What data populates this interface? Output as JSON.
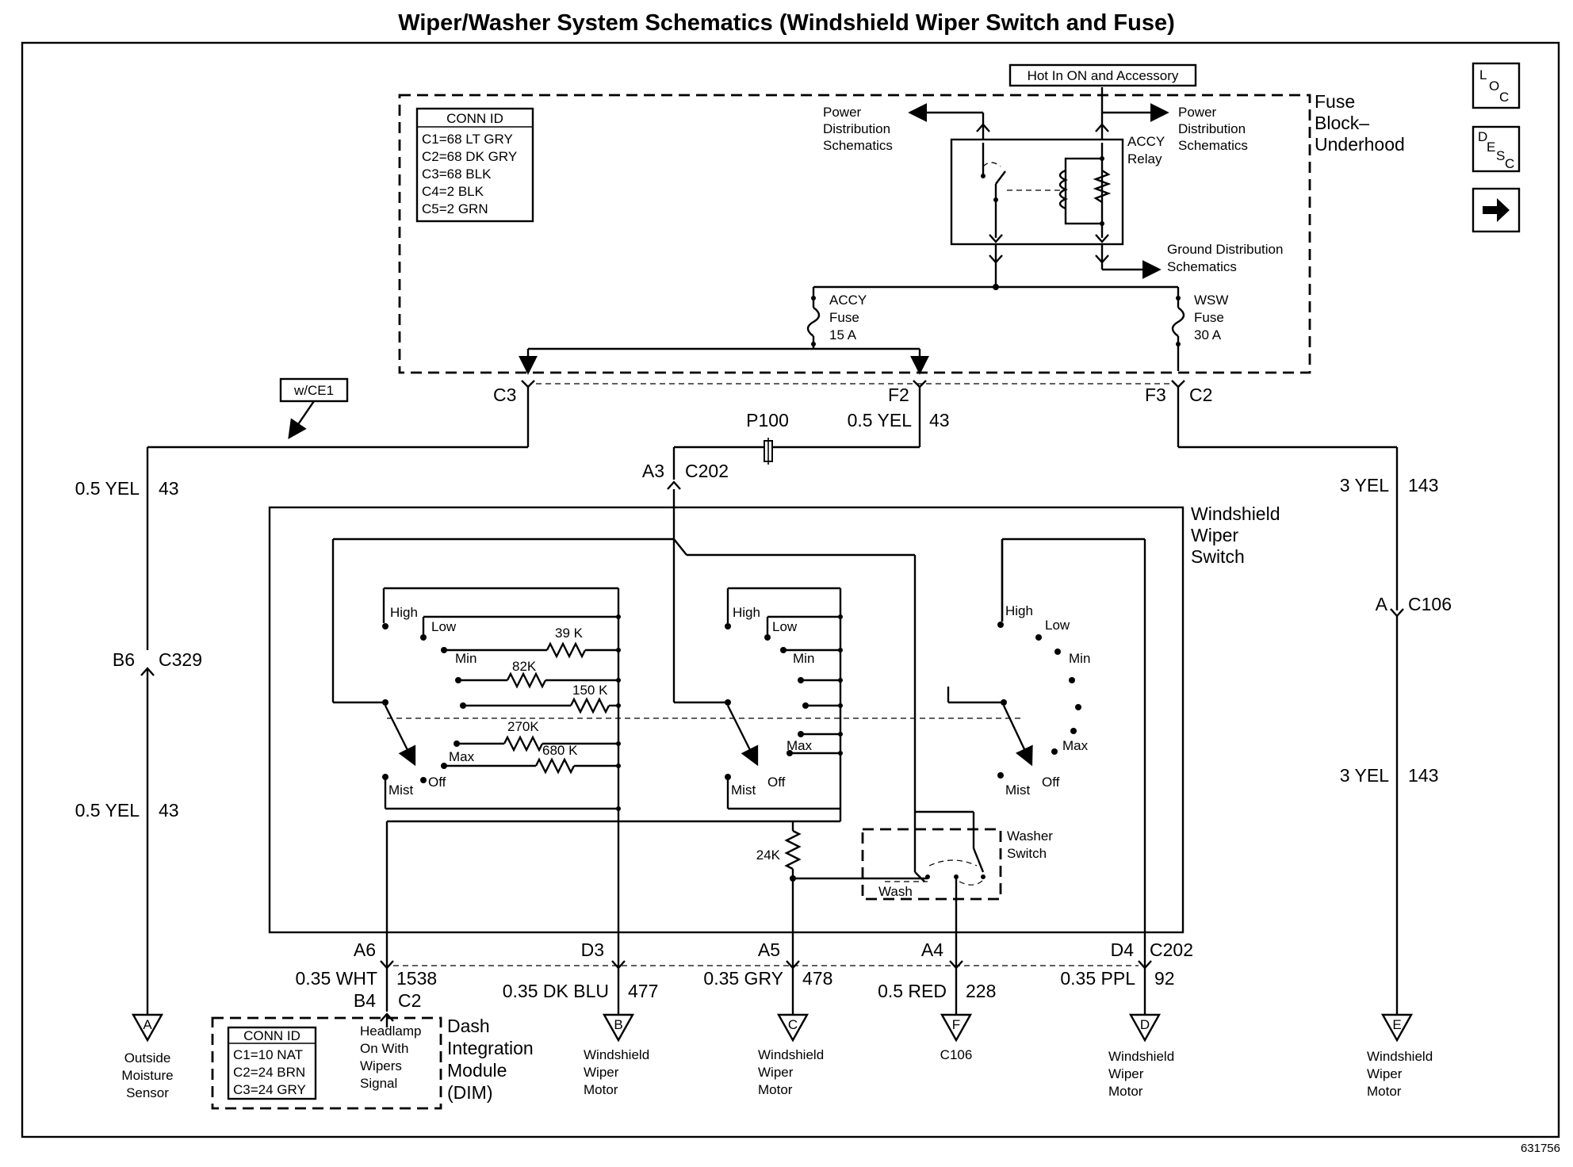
{
  "title": "Wiper/Washer System Schematics (Windshield Wiper Switch and Fuse)",
  "figure_number": "631756",
  "nav_buttons": [
    {
      "name": "loc-button",
      "icon": "loc-icon",
      "letters": [
        "L",
        "O",
        "C"
      ]
    },
    {
      "name": "desc-button",
      "icon": "desc-icon",
      "letters": [
        "D",
        "E",
        "S",
        "C"
      ]
    },
    {
      "name": "next-button",
      "icon": "arrow-right-icon"
    }
  ],
  "fuse_block": {
    "label_lines": [
      "Fuse",
      "Block–",
      "Underhood"
    ],
    "hot_in": "Hot In ON and Accessory",
    "power_left": [
      "Power",
      "Distribution",
      "Schematics"
    ],
    "power_right": [
      "Power",
      "Distribution",
      "Schematics"
    ],
    "relay": [
      "ACCY",
      "Relay"
    ],
    "ground": [
      "Ground Distribution",
      "Schematics"
    ],
    "accy_fuse": [
      "ACCY",
      "Fuse",
      "15 A"
    ],
    "wsw_fuse": [
      "WSW",
      "Fuse",
      "30 A"
    ],
    "conn_id": {
      "header": "CONN ID",
      "rows": [
        "C1=68 LT GRY",
        "C2=68 DK GRY",
        "C3=68 BLK",
        "C4=2 BLK",
        "C5=2 GRN"
      ]
    }
  },
  "option_tag": "w/CE1",
  "connectors": {
    "c3": "C3",
    "f2": "F2",
    "f3": "F3",
    "c2": "C2",
    "p100": "P100",
    "a3": "A3",
    "c202": "C202",
    "b6": "B6",
    "c329": "C329",
    "a": "A",
    "c106": "C106",
    "a6": "A6",
    "d3": "D3",
    "a5": "A5",
    "a4": "A4",
    "d4": "D4",
    "c202b": "C202",
    "b4": "B4",
    "c2b": "C2"
  },
  "wires": {
    "f2_wire": {
      "gauge": "0.5 YEL",
      "circuit": "43"
    },
    "left_upper": {
      "gauge": "0.5 YEL",
      "circuit": "43"
    },
    "left_lower": {
      "gauge": "0.5 YEL",
      "circuit": "43"
    },
    "right_upper": {
      "gauge": "3 YEL",
      "circuit": "143"
    },
    "right_lower": {
      "gauge": "3 YEL",
      "circuit": "143"
    },
    "a6": {
      "gauge": "0.35 WHT",
      "circuit": "1538"
    },
    "d3": {
      "gauge": "0.35 DK BLU",
      "circuit": "477"
    },
    "a5": {
      "gauge": "0.35 GRY",
      "circuit": "478"
    },
    "a4": {
      "gauge": "0.5 RED",
      "circuit": "228"
    },
    "d4": {
      "gauge": "0.35 PPL",
      "circuit": "92"
    }
  },
  "wiper_switch": {
    "label_lines": [
      "Windshield",
      "Wiper",
      "Switch"
    ],
    "positions": {
      "high": "High",
      "low": "Low",
      "min": "Min",
      "max": "Max",
      "mist": "Mist",
      "off": "Off"
    },
    "resistors": [
      "39 K",
      "82K",
      "150 K",
      "270K",
      "680 K"
    ],
    "r24k": "24K",
    "washer": [
      "Washer",
      "Switch"
    ],
    "wash": "Wash"
  },
  "dim": {
    "label_lines": [
      "Dash",
      "Integration",
      "Module",
      "(DIM)"
    ],
    "signal": [
      "Headlamp",
      "On With",
      "Wipers",
      "Signal"
    ],
    "conn_id": {
      "header": "CONN ID",
      "rows": [
        "C1=10 NAT",
        "C2=24 BRN",
        "C3=24 GRY"
      ]
    }
  },
  "references": [
    {
      "letter": "A",
      "lines": [
        "Outside",
        "Moisture",
        "Sensor"
      ]
    },
    {
      "letter": "B",
      "lines": [
        "Windshield",
        "Wiper",
        "Motor"
      ]
    },
    {
      "letter": "C",
      "lines": [
        "Windshield",
        "Wiper",
        "Motor"
      ]
    },
    {
      "letter": "F",
      "lines": [
        "C106"
      ]
    },
    {
      "letter": "D",
      "lines": [
        "Windshield",
        "Wiper",
        "Motor"
      ]
    },
    {
      "letter": "E",
      "lines": [
        "Windshield",
        "Wiper",
        "Motor"
      ]
    }
  ]
}
